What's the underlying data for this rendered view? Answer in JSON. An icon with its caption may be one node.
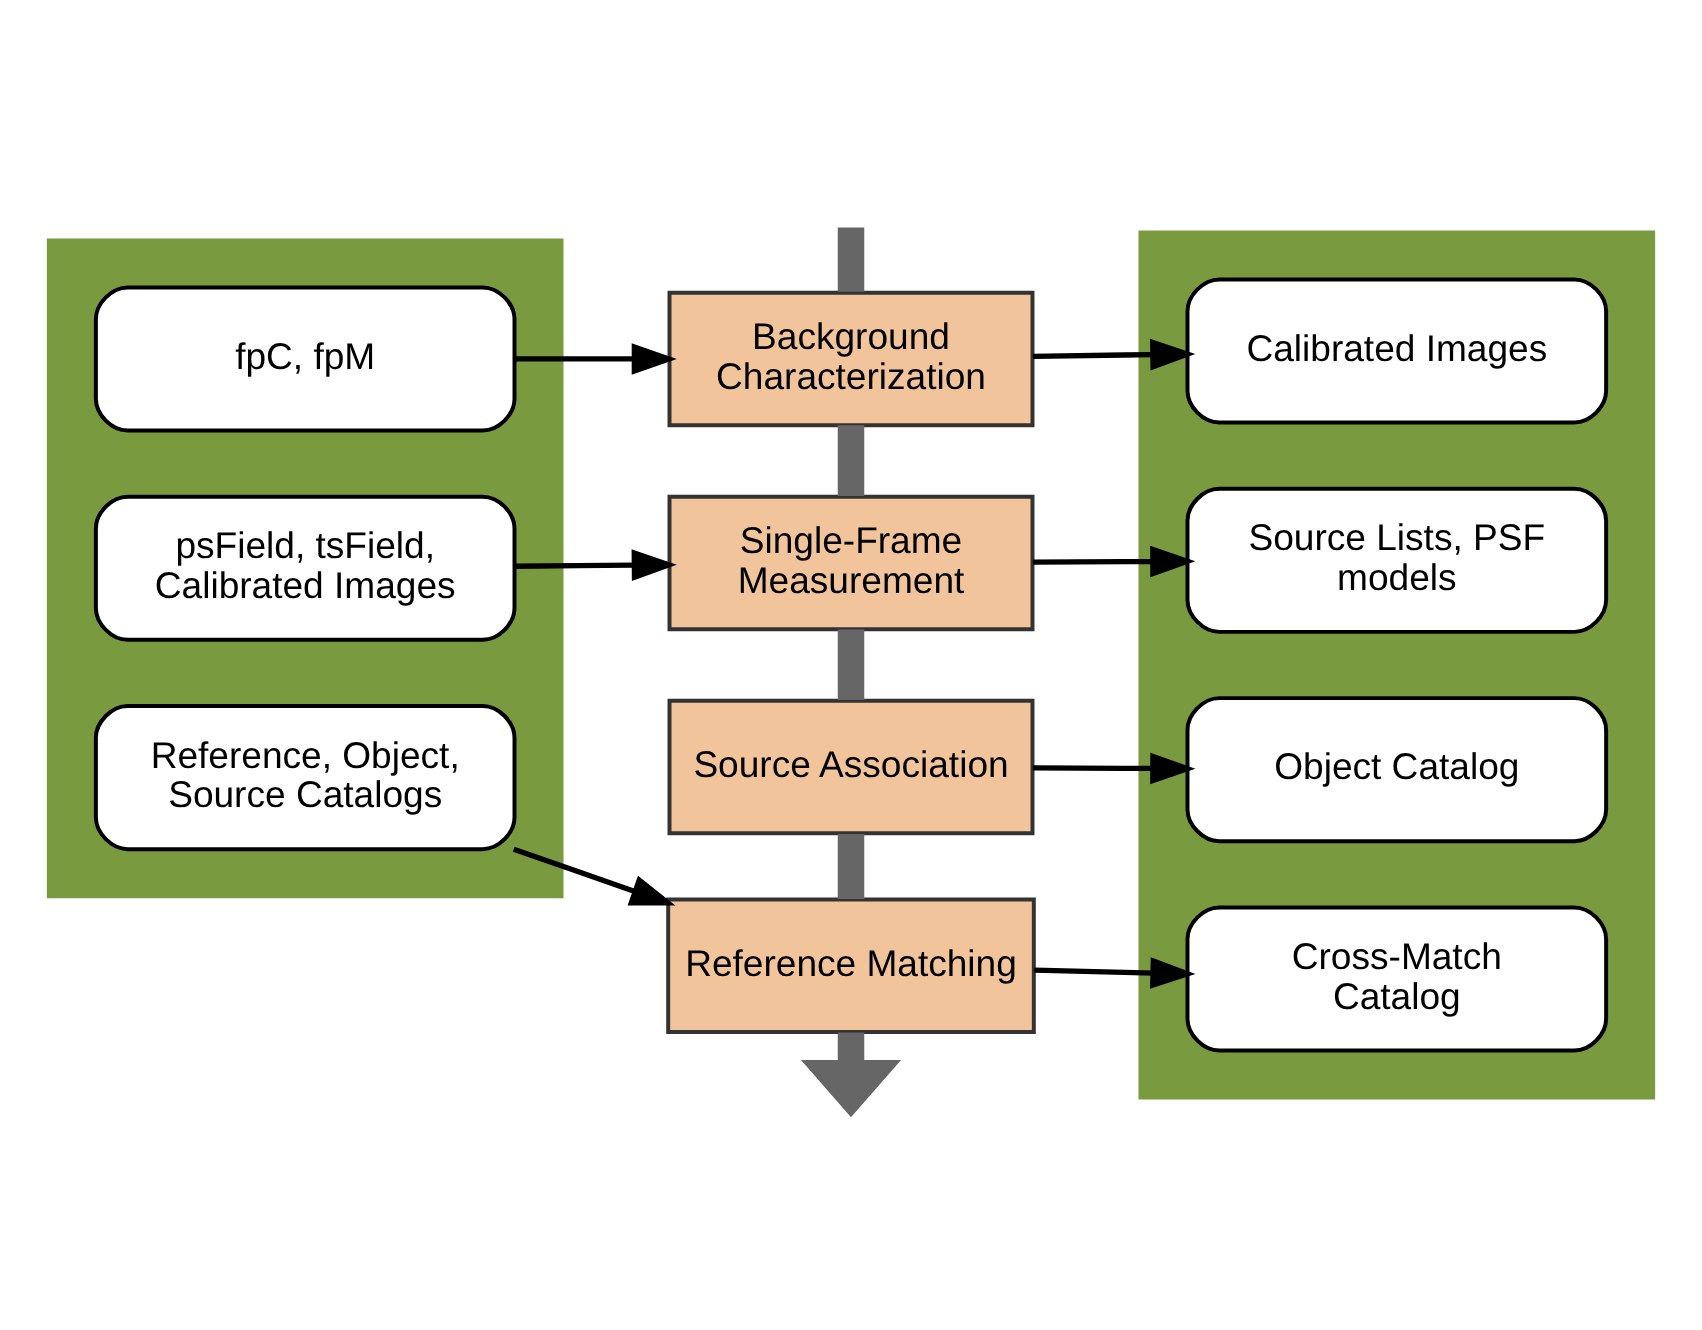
{
  "diagram": {
    "nodes": [
      {
        "text": [],
        "shape": "box"
      },
      {
        "text": [
          "fpC, fpM"
        ],
        "in": 0
      },
      {
        "text": [
          "psField, tsField, Calibrated Images"
        ],
        "in": 0
      },
      {
        "text": [
          "Reference, Object, Source Catalogs"
        ],
        "in": 0
      },
      {
        "text": [
          "Background Characterization"
        ]
      },
      {
        "text": [
          "Single-Frame Measurement"
        ]
      },
      {
        "text": [
          "Source Association"
        ]
      },
      {
        "text": [
          "Reference Matching"
        ]
      },
      {
        "text": [],
        "shape": "box"
      },
      {
        "text": [
          "Calibrated Images"
        ],
        "in": 8
      },
      {
        "text": [
          "Source Lists, PSF models"
        ],
        "in": 8
      },
      {
        "text": [
          "Object Catalog"
        ],
        "in": 8
      },
      {
        "text": [
          "Cross-Match Catalog"
        ],
        "in": 8
      }
    ],
    "edges": [
      {
        "from": 1,
        "to": 4,
        "arrow": "to"
      },
      {
        "from": 4,
        "to": 9,
        "arrow": "to"
      },
      {
        "from": 2,
        "to": 5,
        "arrow": "to"
      },
      {
        "from": 5,
        "to": 10,
        "arrow": "to"
      },
      {
        "from": 6,
        "to": 11,
        "arrow": "to"
      },
      {
        "from": 3,
        "to": 7,
        "arrow": "to"
      },
      {
        "from": 7,
        "to": 12,
        "arrow": "to"
      },
      {
        "from": null,
        "to": 4,
        "arrow": "none",
        "style": "thick",
        "color": "#666666"
      },
      {
        "from": 4,
        "to": 5,
        "arrow": "none",
        "style": "thick",
        "color": "#666666"
      },
      {
        "from": 5,
        "to": 6,
        "arrow": "none",
        "style": "thick",
        "color": "#666666"
      },
      {
        "from": 6,
        "to": 7,
        "arrow": "none",
        "style": "thick",
        "color": "#666666"
      },
      {
        "from": 7,
        "to": null,
        "arrow": "to",
        "style": "thick",
        "color": "#666666"
      }
    ]
  }
}
